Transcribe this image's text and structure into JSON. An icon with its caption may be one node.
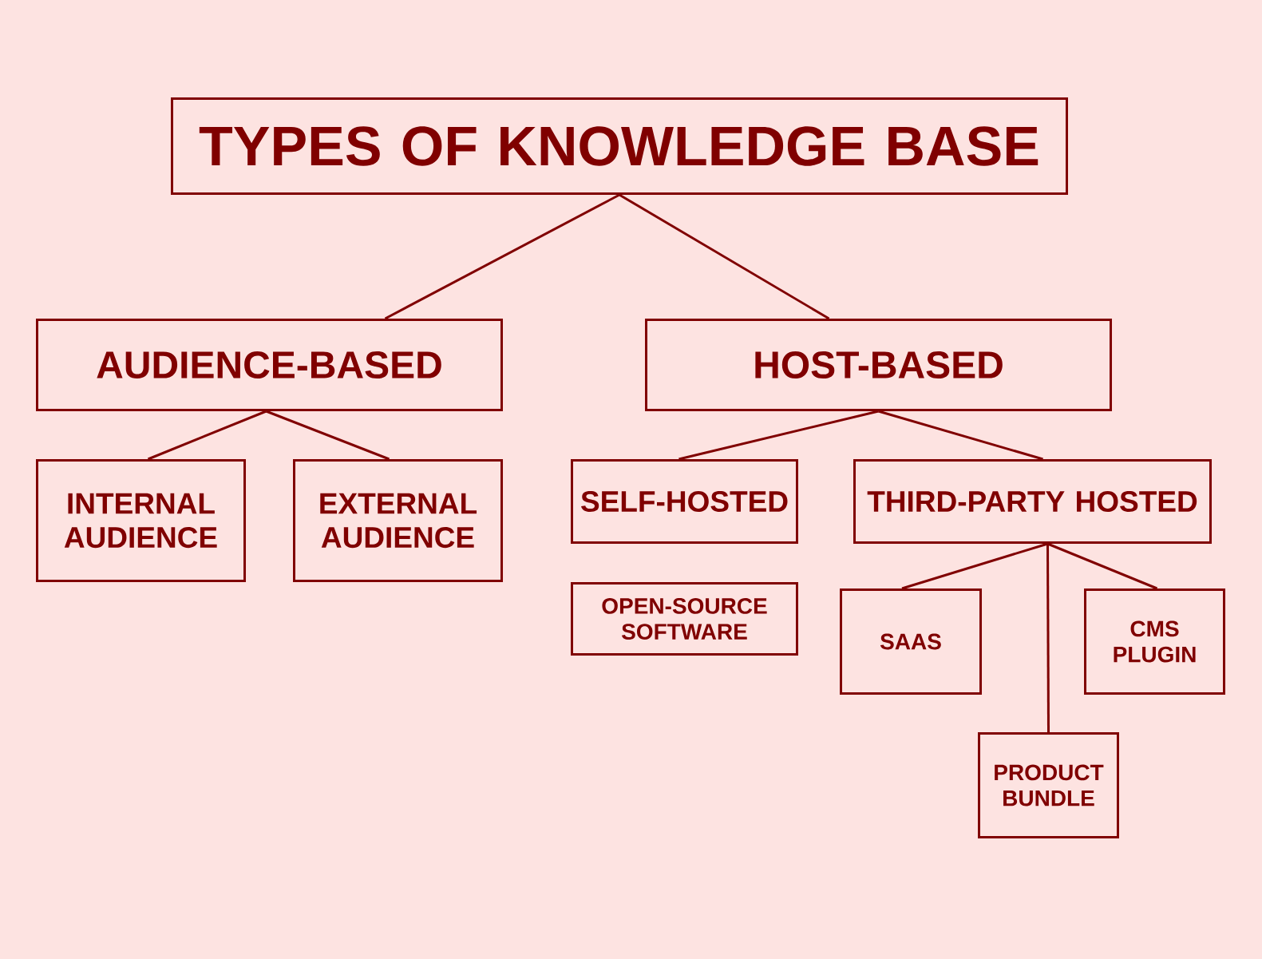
{
  "diagram": {
    "nodes": [
      {
        "text": [
          "TYPES OF KNOWLEDGE BASE"
        ]
      },
      {
        "text": [
          "AUDIENCE-BASED"
        ]
      },
      {
        "text": [
          "HOST-BASED"
        ]
      },
      {
        "text": [
          "INTERNAL AUDIENCE"
        ]
      },
      {
        "text": [
          "EXTERNAL AUDIENCE"
        ]
      },
      {
        "text": [
          "SELF-HOSTED"
        ]
      },
      {
        "text": [
          "THIRD-PARTY HOSTED"
        ]
      },
      {
        "text": [
          "OPEN-SOURCE SOFTWARE"
        ]
      },
      {
        "text": [
          "SAAS"
        ]
      },
      {
        "text": [
          "PRODUCT BUNDLE"
        ]
      },
      {
        "text": [
          "CMS PLUGIN"
        ]
      }
    ],
    "edges": [
      {
        "from": 0,
        "to": 1,
        "arrow": "none"
      },
      {
        "from": 0,
        "to": 2,
        "arrow": "none"
      },
      {
        "from": 1,
        "to": 3,
        "arrow": "none"
      },
      {
        "from": 1,
        "to": 4,
        "arrow": "none"
      },
      {
        "from": 2,
        "to": 5,
        "arrow": "none"
      },
      {
        "from": 2,
        "to": 6,
        "arrow": "none"
      },
      {
        "from": 6,
        "to": 8,
        "arrow": "none"
      },
      {
        "from": 6,
        "to": 9,
        "arrow": "none"
      },
      {
        "from": 6,
        "to": 10,
        "arrow": "none"
      }
    ]
  }
}
